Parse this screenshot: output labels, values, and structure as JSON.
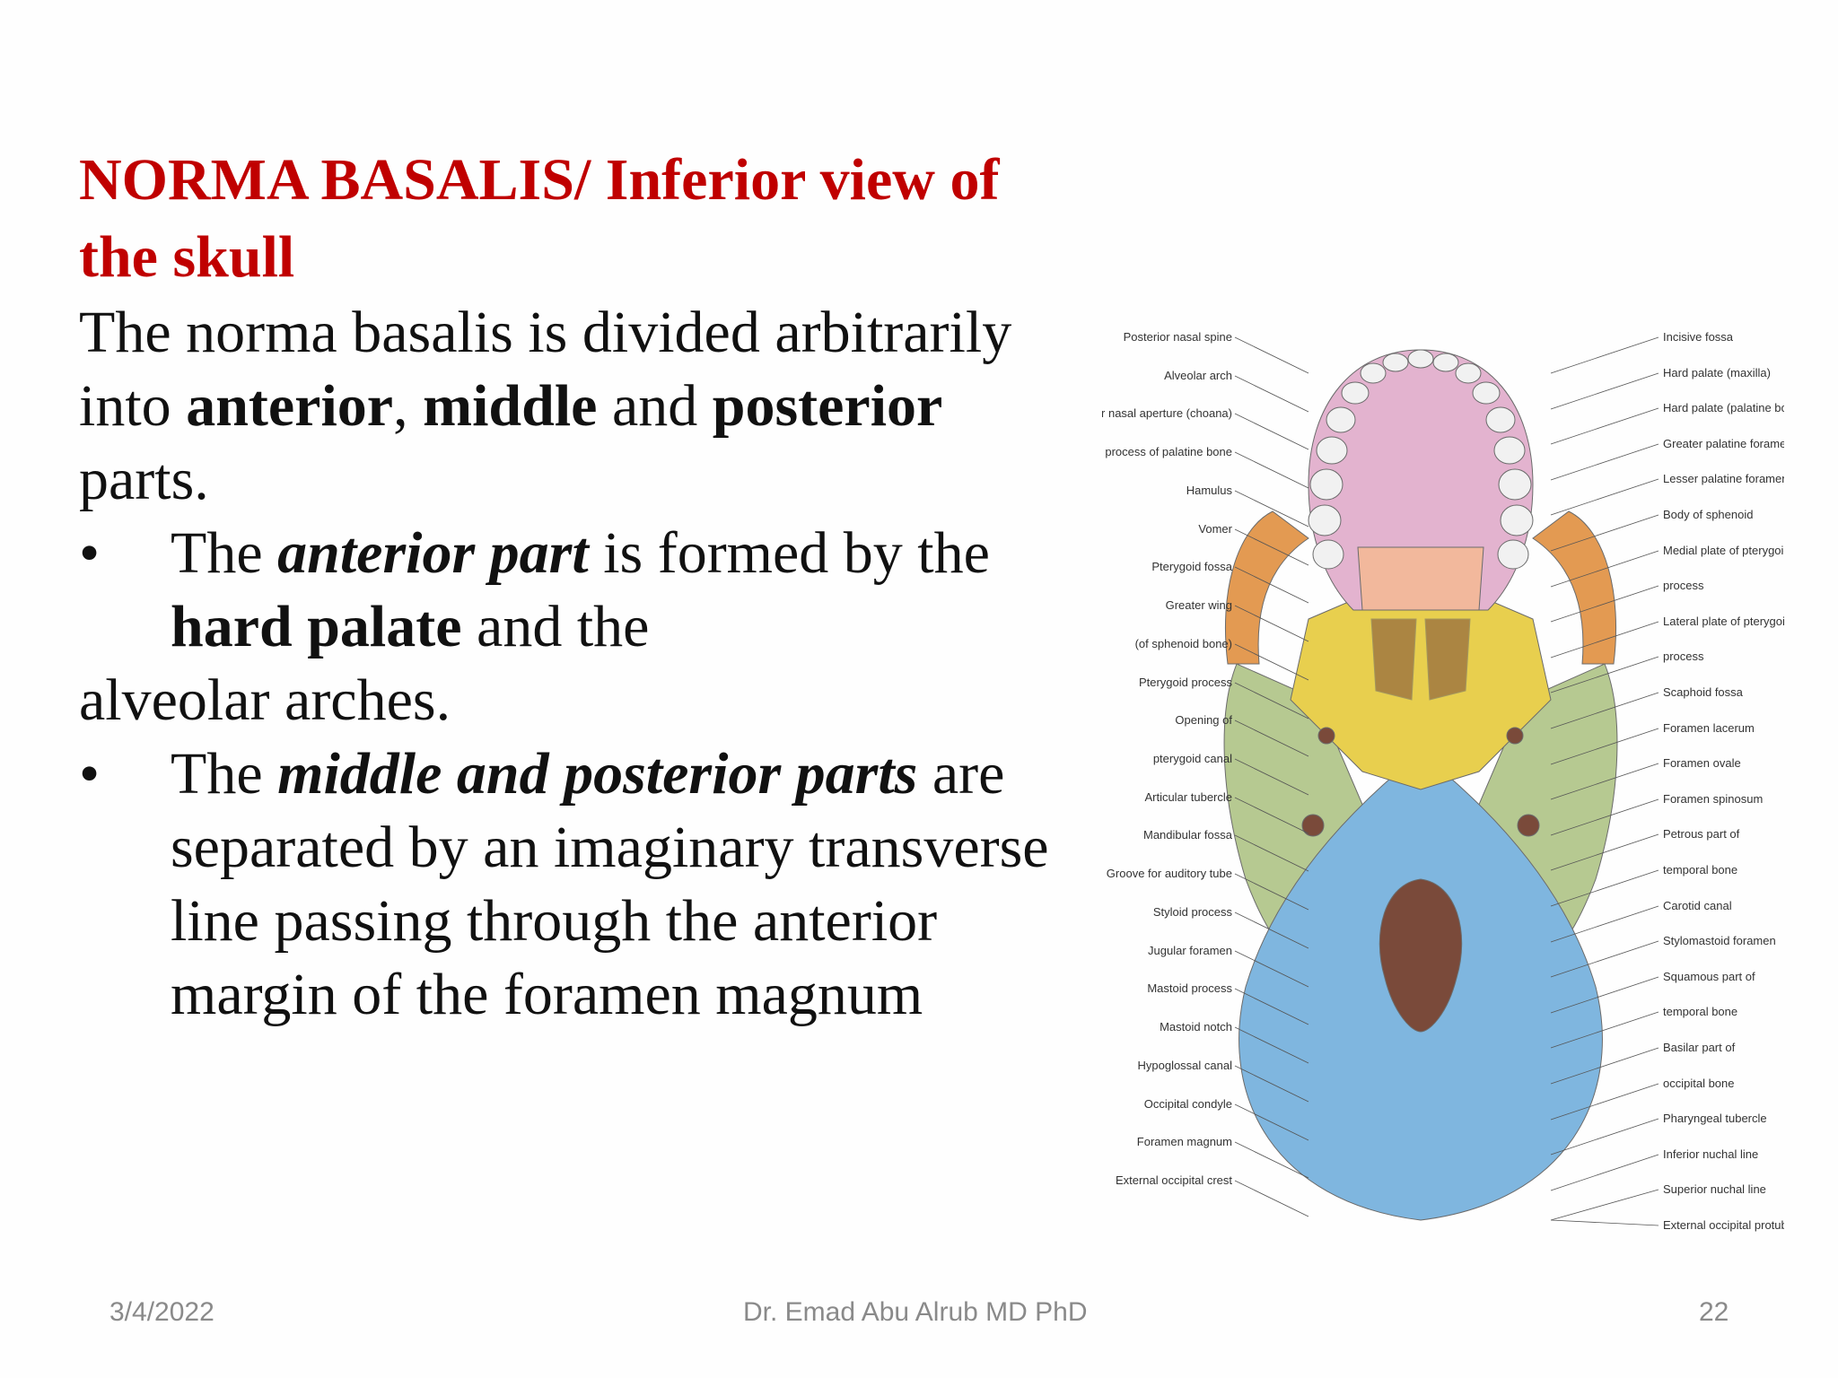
{
  "slide": {
    "title": "NORMA BASALIS/ Inferior view of the skull",
    "intro": {
      "t1": "The norma basalis is divided arbitrarily into ",
      "b1": "anterior",
      "t2": ", ",
      "b2": "middle",
      "t3": " and ",
      "b3": "posterior",
      "t4": " parts."
    },
    "bullet_mark": "•",
    "bullet1": {
      "t1": "The ",
      "bi1": "anterior part",
      "t2": " is formed by the ",
      "b1": "hard palate",
      "t3": " and the",
      "continuation": "alveolar arches."
    },
    "bullet2": {
      "t1": "The ",
      "bi1": "middle and posterior parts",
      "t2": " are separated by an imaginary transverse line passing through the anterior margin of the foramen magnum"
    }
  },
  "figure": {
    "labels_left": [
      "Posterior nasal spine",
      "Alveolar arch",
      "Posterior nasal aperture (choana)",
      "Pyramidal process of palatine bone",
      "Hamulus",
      "Vomer",
      "Pterygoid fossa",
      "Greater wing",
      "(of sphenoid bone)",
      "Pterygoid process",
      "Opening of",
      "pterygoid canal",
      "Articular tubercle",
      "Mandibular fossa",
      "Groove for auditory tube",
      "Styloid process",
      "Jugular foramen",
      "Mastoid process",
      "Mastoid notch",
      "Hypoglossal canal",
      "Occipital condyle",
      "Foramen magnum",
      "External occipital crest"
    ],
    "labels_right": [
      "Incisive fossa",
      "Hard palate (maxilla)",
      "Hard palate (palatine bone)",
      "Greater palatine foramen",
      "Lesser palatine foramen",
      "Body of sphenoid",
      "Medial plate of pterygoid",
      "process",
      "Lateral plate of pterygoid",
      "process",
      "Scaphoid fossa",
      "Foramen lacerum",
      "Foramen ovale",
      "Foramen spinosum",
      "Petrous part of",
      "temporal bone",
      "Carotid canal",
      "Stylomastoid foramen",
      "Squamous part of",
      "temporal bone",
      "Basilar part of",
      "occipital bone",
      "Pharyngeal tubercle",
      "Inferior nuchal line",
      "Superior nuchal line",
      "External occipital protuberance"
    ],
    "colors": {
      "maxilla": "#e3b3cf",
      "palatine": "#f2b89c",
      "sphenoid": "#e8cf4e",
      "temporal": "#b6c991",
      "occipital": "#7fb6df",
      "zygomatic": "#e39a52",
      "teeth": "#f1f1f1",
      "foramen": "#7a4a3a"
    }
  },
  "footer": {
    "date": "3/4/2022",
    "author": "Dr. Emad Abu Alrub MD PhD",
    "page": "22"
  }
}
